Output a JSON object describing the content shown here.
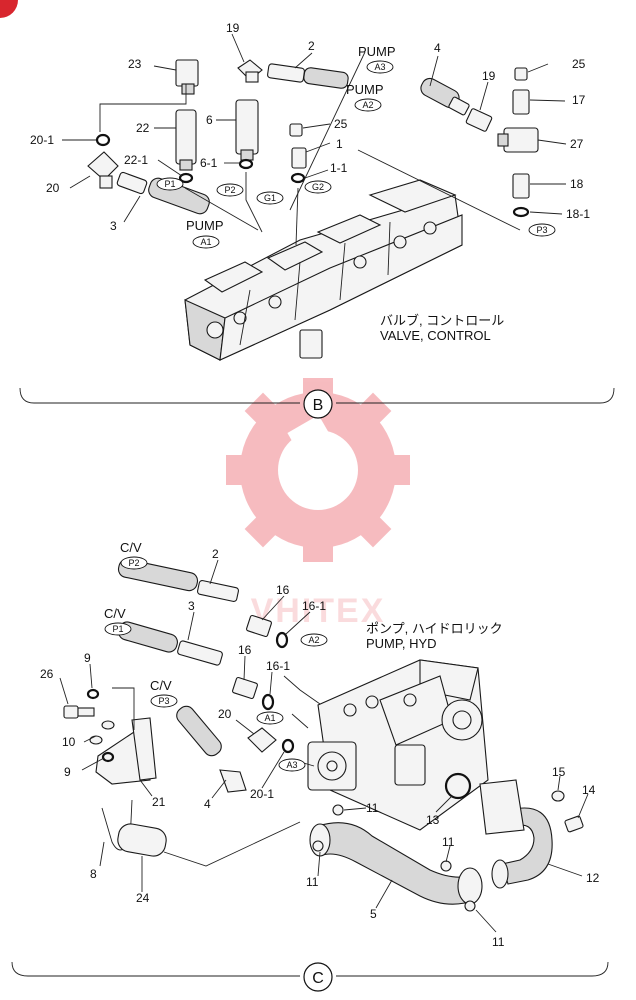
{
  "section_b": {
    "marker": "B",
    "valve_label_jp": "バルブ, コントロール",
    "valve_label_en": "VALVE, CONTROL",
    "pump_labels": [
      "PUMP",
      "PUMP",
      "PUMP"
    ],
    "pills": [
      "A3",
      "A2",
      "A1",
      "P1",
      "P2",
      "G1",
      "G2",
      "P3"
    ],
    "callouts": [
      "19",
      "2",
      "4",
      "23",
      "25",
      "19",
      "17",
      "20-1",
      "22",
      "6",
      "25",
      "1",
      "27",
      "22-1",
      "6-1",
      "1-1",
      "20",
      "18",
      "3",
      "18-1"
    ]
  },
  "section_c": {
    "marker": "C",
    "pump_label_jp": "ポンプ, ハイドロリック",
    "pump_label_en": "PUMP, HYD",
    "cv_labels": [
      "C/V",
      "C/V",
      "C/V"
    ],
    "pills": [
      "P2",
      "P1",
      "P3",
      "A2",
      "A1",
      "A3"
    ],
    "callouts": [
      "2",
      "16",
      "16-1",
      "3",
      "16",
      "16-1",
      "9",
      "26",
      "20",
      "10",
      "9",
      "4",
      "20-1",
      "21",
      "11",
      "13",
      "15",
      "14",
      "11",
      "11",
      "12",
      "8",
      "24",
      "5",
      "11"
    ]
  },
  "watermark": {
    "text": "VHITEX",
    "color": "#e8404a"
  },
  "corner_mark_color": "#d8262e"
}
